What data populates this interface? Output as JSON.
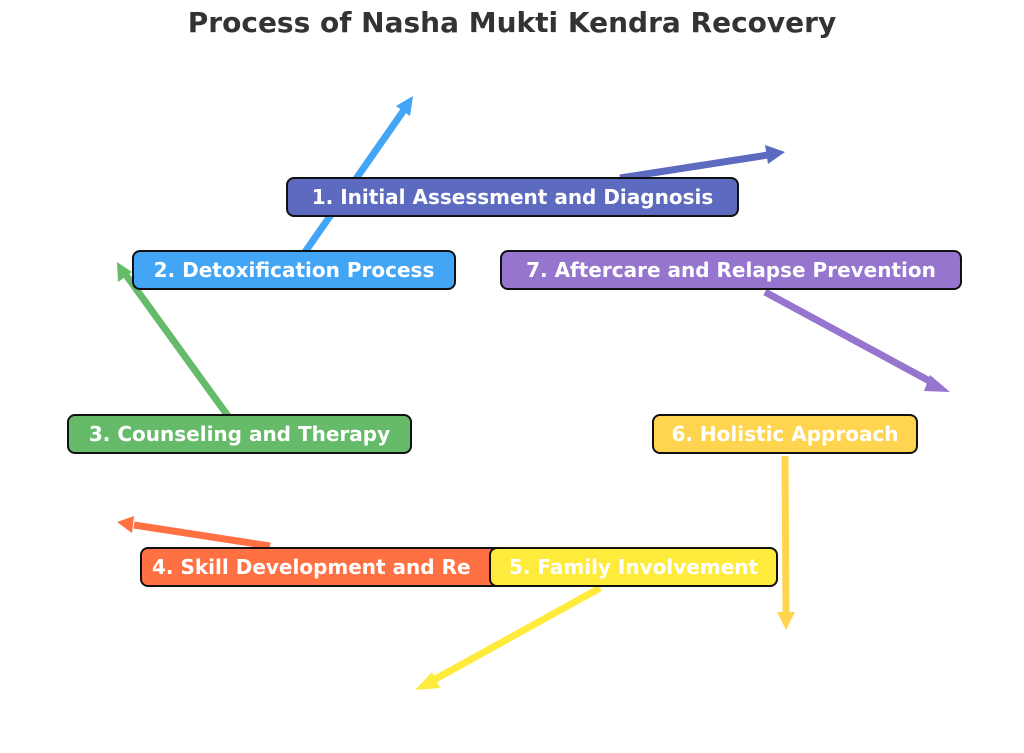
{
  "title": "Process of Nasha Mukti Kendra Recovery",
  "steps": [
    {
      "label": "1. Initial Assessment and Diagnosis",
      "color": "#5c6bc0"
    },
    {
      "label": "2. Detoxification Process",
      "color": "#42a5f5"
    },
    {
      "label": "3. Counseling and Therapy",
      "color": "#66bb6a"
    },
    {
      "label": "4. Skill Development and Re",
      "color": "#ff7043"
    },
    {
      "label": "5. Family Involvement",
      "color": "#ffeb3b"
    },
    {
      "label": "6. Holistic Approach",
      "color": "#ffd54f"
    },
    {
      "label": "7. Aftercare and Relapse Prevention",
      "color": "#9575cd"
    }
  ]
}
